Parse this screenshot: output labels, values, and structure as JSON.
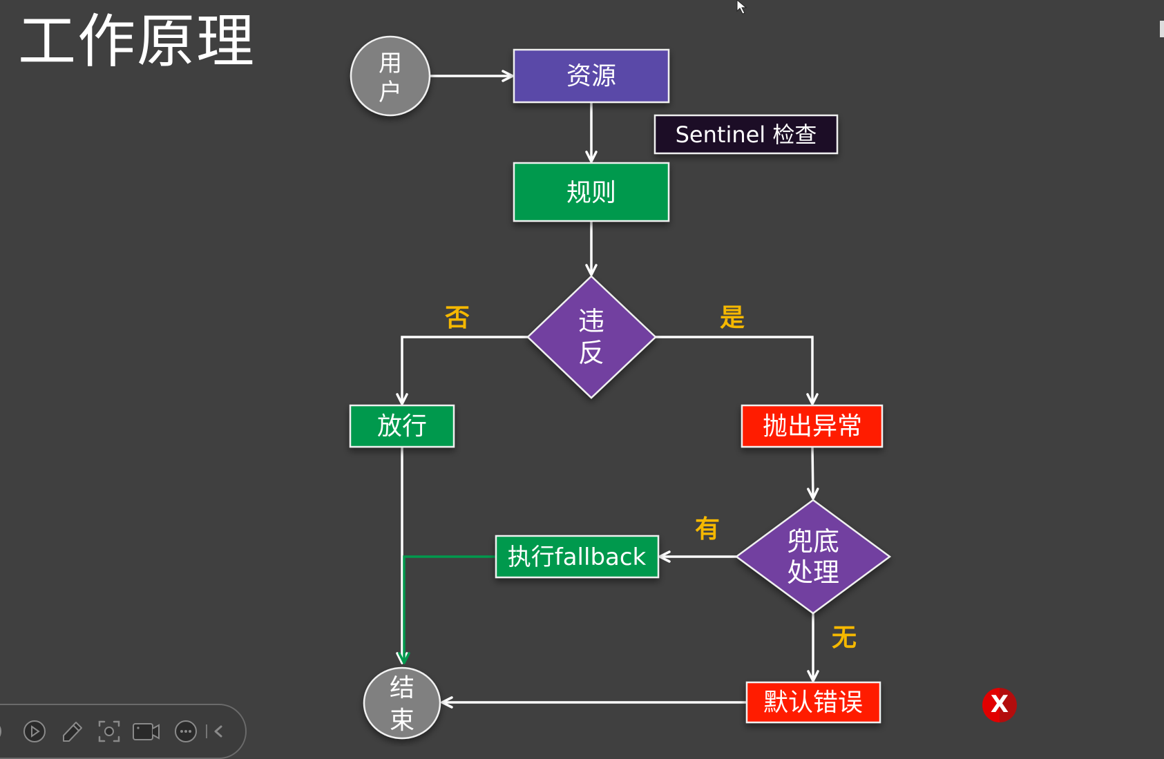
{
  "slide": {
    "title": "工作原理"
  },
  "nodes": {
    "user": {
      "label_line1": "用",
      "label_line2": "户",
      "color": "#808080"
    },
    "resource": {
      "label": "资源",
      "color": "#5a4aa8"
    },
    "sentinel_check": {
      "label": "Sentinel 检查",
      "color": "#1a0f26"
    },
    "rule": {
      "label": "规则",
      "color": "#00994d"
    },
    "violate": {
      "label_line1": "违",
      "label_line2": "反",
      "color": "#7240a0"
    },
    "pass": {
      "label": "放行",
      "color": "#00994d"
    },
    "throw_exception": {
      "label": "抛出异常",
      "color": "#ff1a00"
    },
    "fallback_check": {
      "label_line1": "兜底",
      "label_line2": "处理",
      "color": "#7240a0"
    },
    "execute_fallback": {
      "label": "执行fallback",
      "color": "#00994d"
    },
    "default_error": {
      "label": "默认错误",
      "color": "#ff1a00"
    },
    "end": {
      "label_line1": "结",
      "label_line2": "束",
      "color": "#808080"
    }
  },
  "edge_labels": {
    "no": "否",
    "yes": "是",
    "has": "有",
    "none": "无"
  },
  "colors": {
    "background": "#404040",
    "edge": "#ffffff",
    "fallback_edge": "#00994d",
    "edge_label": "#f5b800"
  },
  "toolbar": {
    "icons": [
      "circle-partial-icon",
      "play-icon",
      "pen-icon",
      "screenshot-icon",
      "camera-icon",
      "more-icon",
      "collapse-icon"
    ]
  },
  "logo": {
    "glyph": "X"
  }
}
